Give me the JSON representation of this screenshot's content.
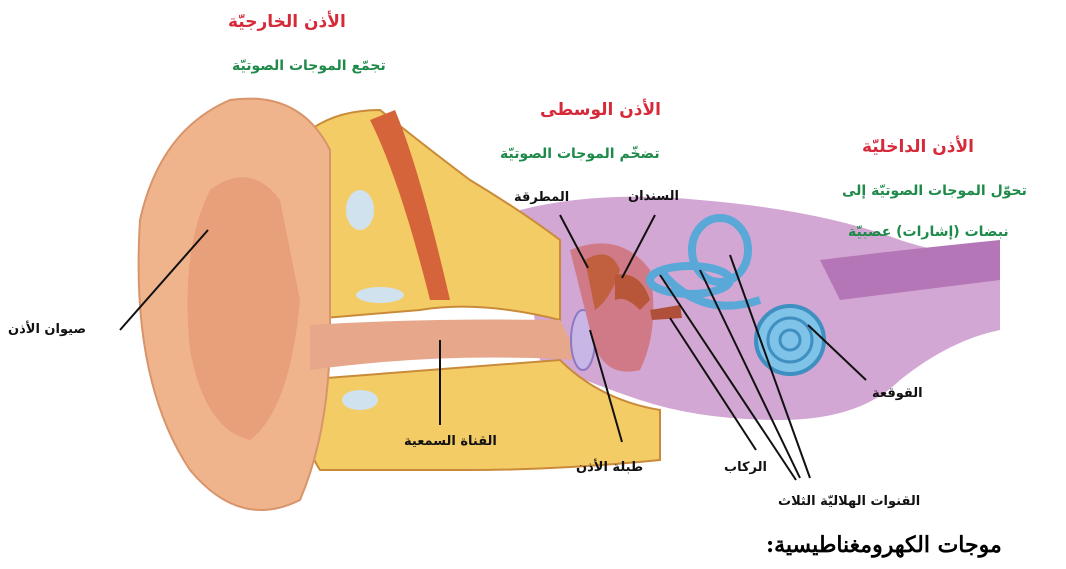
{
  "sections": {
    "outer": {
      "title": "الأذن الخارجيّة",
      "desc": "تجمّع الموجات الصوتيّة"
    },
    "middle": {
      "title": "الأذن الوسطى",
      "desc": "تضخّم الموجات الصوتيّة"
    },
    "inner": {
      "title": "الأذن الداخليّة",
      "desc_line1": "تحوّل الموجات الصوتيّة إلى",
      "desc_line2": "نبضات (إشارات) عصبيّة"
    }
  },
  "labels": {
    "pinna": "صيوان الأذن",
    "ear_canal": "القناة السمعية",
    "eardrum": "طبلة الأذن",
    "stapes": "الركاب",
    "semicircular_canals": "القنوات الهلاليّة الثلاث",
    "cochlea": "القوقعة",
    "malleus": "المطرقة",
    "incus": "السندان"
  },
  "footer": {
    "heading": "موجات الكهرومغناطيسية:"
  },
  "colors": {
    "title_red": "#d62a3a",
    "desc_green": "#1e8a4a",
    "skin": "#f0b48c",
    "bone": "#f4cc66",
    "inner_purple": "#c48ac4",
    "canal_blue": "#5aa8d8"
  }
}
